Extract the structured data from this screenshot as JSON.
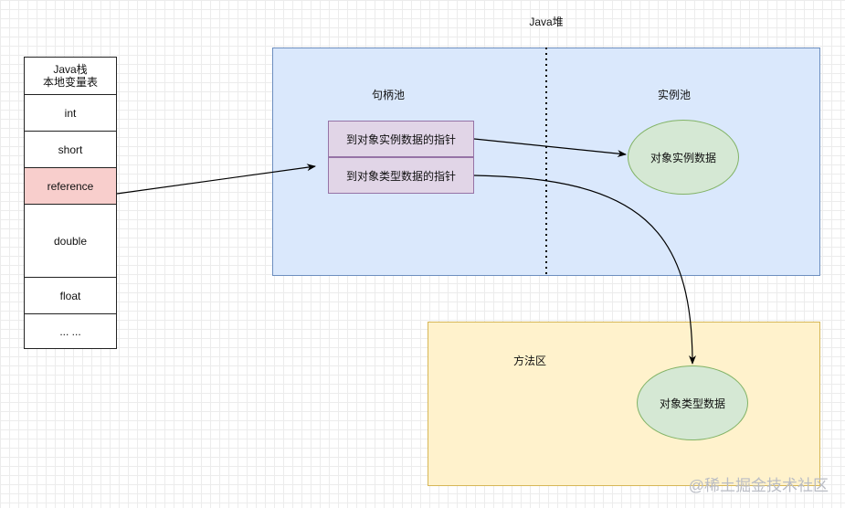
{
  "heap": {
    "title": "Java堆",
    "handle_pool_label": "句柄池",
    "instance_pool_label": "实例池",
    "pointer_to_instance": "到对象实例数据的指针",
    "pointer_to_type": "到对象类型数据的指针",
    "instance_data": "对象实例数据"
  },
  "stack": {
    "title_line1": "Java栈",
    "title_line2": "本地变量表",
    "rows": [
      "int",
      "short",
      "reference",
      "double",
      "float",
      "... ..."
    ]
  },
  "method_area": {
    "label": "方法区",
    "type_data": "对象类型数据"
  },
  "colors": {
    "heap_fill": "#dae8fc",
    "method_fill": "#fff2cc",
    "pointer_fill": "#e1d5e7",
    "data_fill": "#d5e8d4",
    "reference_fill": "#f8cecc"
  },
  "watermark": "@稀土掘金技术社区"
}
